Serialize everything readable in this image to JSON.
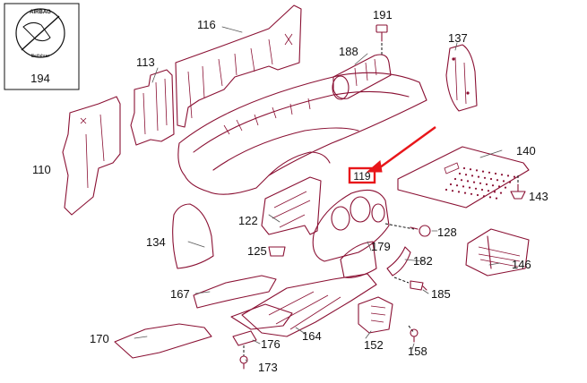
{
  "colors": {
    "line": "#8a1033",
    "highlight": "#e8161a",
    "text": "#111111"
  },
  "inset_badge": {
    "text": "AIRBAG",
    "subtext": "Beifahrer"
  },
  "highlight_label": "119",
  "labels": {
    "p194": "194",
    "p116": "116",
    "p113": "113",
    "p110": "110",
    "p191": "191",
    "p188": "188",
    "p137": "137",
    "p140": "140",
    "p143": "143",
    "p122": "122",
    "p134": "134",
    "p125": "125",
    "p179": "179",
    "p128": "128",
    "p182": "182",
    "p146": "146",
    "p167": "167",
    "p185": "185",
    "p170": "170",
    "p164": "164",
    "p176": "176",
    "p152": "152",
    "p158": "158",
    "p173": "173"
  }
}
